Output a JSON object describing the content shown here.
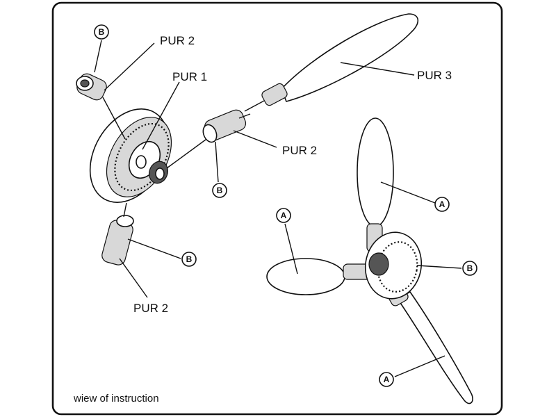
{
  "labels": {
    "pur1": "PUR 1",
    "pur2_top": "PUR 2",
    "pur2_mid": "PUR 2",
    "pur2_bottom": "PUR 2",
    "pur3": "PUR 3"
  },
  "badges": {
    "b": "B",
    "a": "A"
  },
  "caption": "wiew of instruction"
}
